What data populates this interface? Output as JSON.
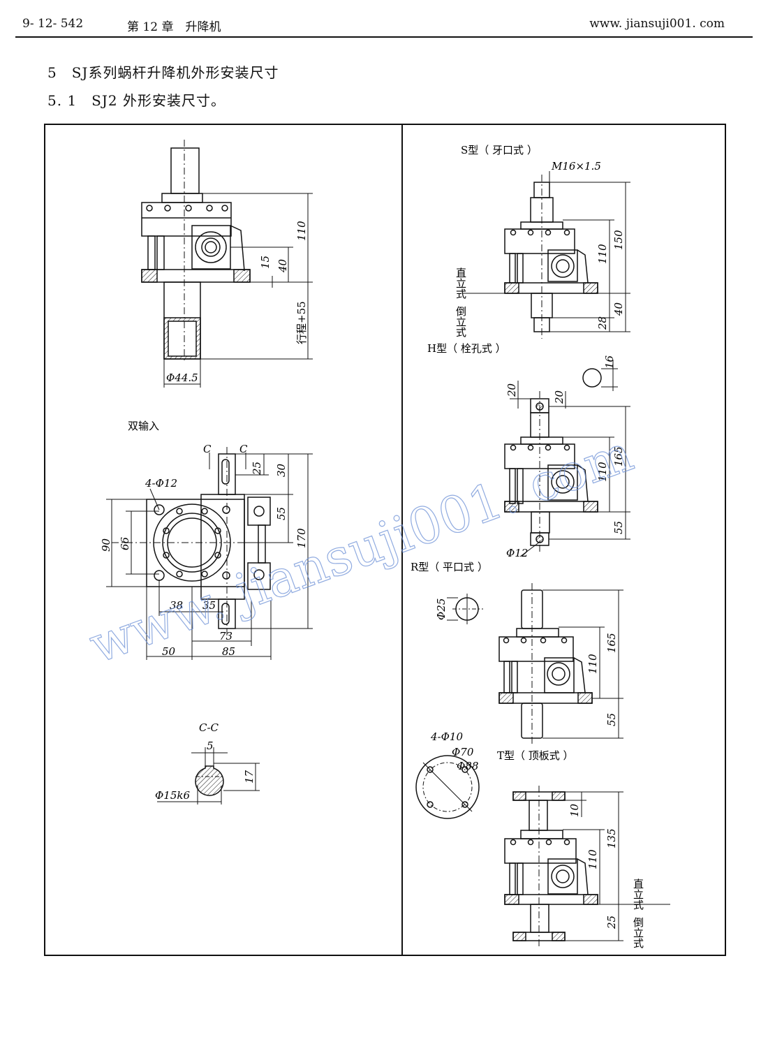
{
  "header": {
    "page_number": "9- 12- 542",
    "chapter": "第 12 章　升降机",
    "website": "www. jiansuji001. com"
  },
  "headings": {
    "section": "5　SJ系列蜗杆升降机外形安装尺寸",
    "subsection": "5. 1　SJ2 外形安装尺寸。"
  },
  "left_panel": {
    "main_view_dims": [
      "110",
      "15",
      "40",
      "行程+55",
      "Φ44.5"
    ],
    "double_input_title": "双输入",
    "double_input_dims": {
      "section_mark_left": "C",
      "section_mark_right": "C",
      "bolt_holes": "4-Φ12",
      "d25": "25",
      "d30": "30",
      "d55": "55",
      "d170": "170",
      "d90": "90",
      "d66": "66",
      "d38": "38",
      "d35": "35",
      "d73": "73",
      "d50": "50",
      "d85": "85"
    },
    "section_cc": {
      "title": "C-C",
      "key_width": "5",
      "key_depth": "17",
      "shaft": "Φ15k6"
    }
  },
  "right_panel": {
    "s_type": {
      "title": "S型（ 牙口式 ）",
      "thread": "M16×1.5",
      "d110": "110",
      "d150": "150",
      "d40": "40",
      "d28": "28",
      "upright": "直立式",
      "inverted": "倒立式"
    },
    "h_type": {
      "title": "H型（ 栓孔式 ）",
      "d16": "16",
      "d20a": "20",
      "d20b": "20",
      "d110": "110",
      "d165": "165",
      "d55": "55",
      "pin": "Φ12"
    },
    "r_type": {
      "title": "R型（ 平口式 ）",
      "end": "Φ25",
      "d165": "165",
      "d110": "110",
      "d55": "55"
    },
    "t_type": {
      "title": "T型（ 顶板式 ）",
      "holes": "4-Φ10",
      "pcd": "Φ70",
      "plate": "Φ88",
      "d10": "10",
      "d135": "135",
      "d110": "110",
      "d25": "25",
      "upright": "直立式",
      "inverted": "倒立式"
    }
  },
  "watermark": "www. jiansuji001. com"
}
